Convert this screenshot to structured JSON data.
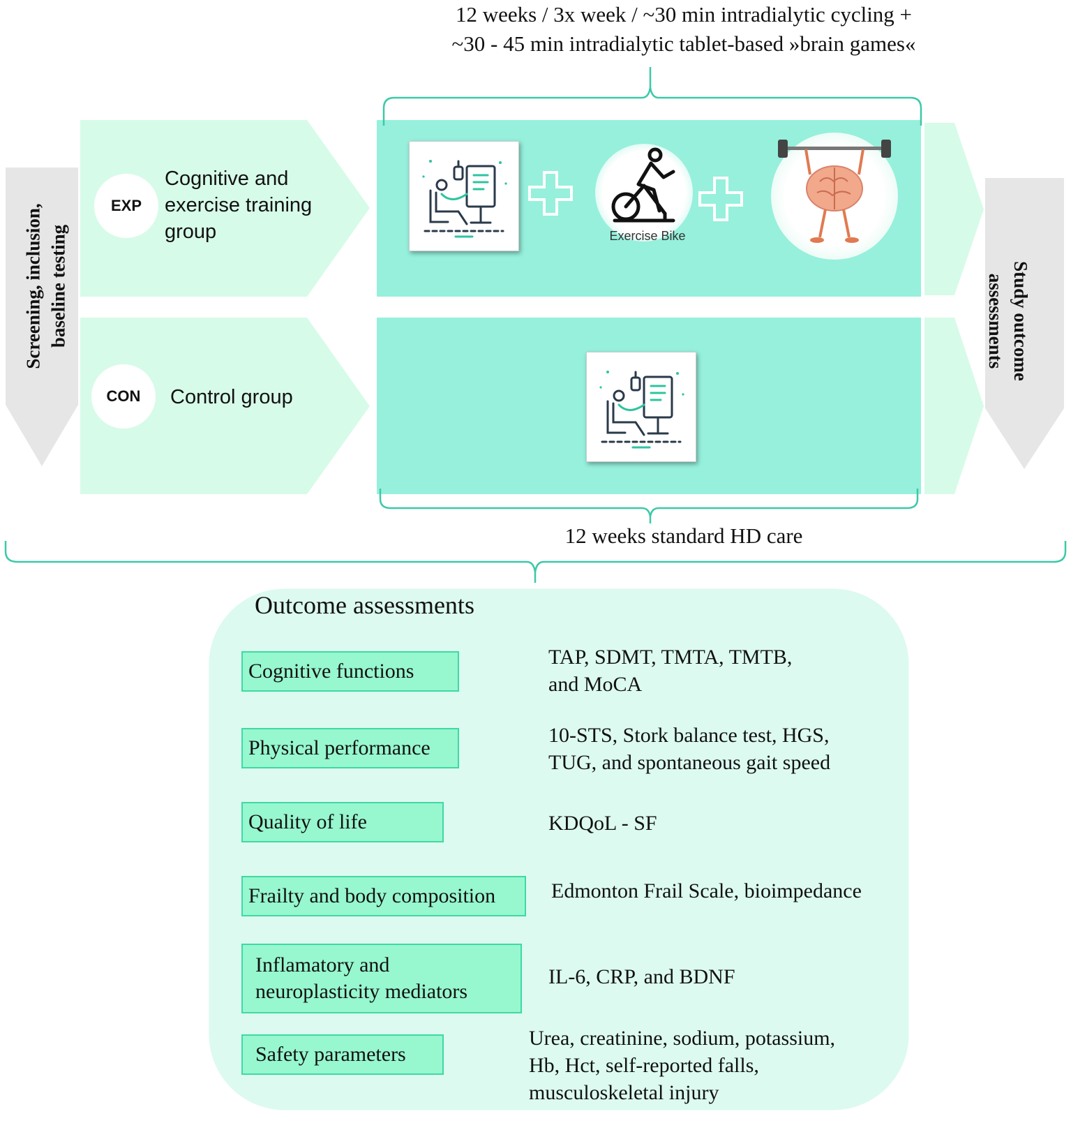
{
  "header_note": {
    "line1": "12 weeks / 3x week / ~30 min intradialytic cycling +",
    "line2": "~30 - 45 min intradialytic tablet-based »brain games«"
  },
  "left_arrow": {
    "line1": "Screening, inclusion,",
    "line2": "baseline testing"
  },
  "right_arrow": {
    "line1": "Study outcome",
    "line2": "assessments"
  },
  "groups": {
    "exp": {
      "badge": "EXP",
      "name_line1": "Cognitive and",
      "name_line2": "exercise training",
      "name_line3": "group"
    },
    "con": {
      "badge": "CON",
      "name": "Control group"
    }
  },
  "icons": {
    "dialysis": "dialysis-patient-icon",
    "plus": "plus-icon",
    "bike": "exercise-bike-icon",
    "bike_caption": "Exercise Bike",
    "brain": "brain-weightlifting-icon"
  },
  "footer_note": "12 weeks standard HD care",
  "outcomes": {
    "title": "Outcome  assessments",
    "rows": [
      {
        "category": "Cognitive  functions",
        "measure_line1": "TAP, SDMT, TMTA, TMTB,",
        "measure_line2": "and MoCA"
      },
      {
        "category": "Physical performance",
        "measure_line1": "10-STS, Stork balance test, HGS,",
        "measure_line2": "TUG, and spontaneous gait speed"
      },
      {
        "category": "Quality of life",
        "measure_line1": "KDQoL - SF"
      },
      {
        "category": "Frailty and body composition",
        "measure_line1": "Edmonton Frail Scale, bioimpedance"
      },
      {
        "category_line1": "Inflamatory  and",
        "category_line2": "neuroplasticity mediators",
        "measure_line1": "IL-6,  CRP, and BDNF"
      },
      {
        "category": "Safety parameters",
        "measure_line1": "Urea, creatinine, sodium, potassium,",
        "measure_line2": "Hb, Hct, self-reported falls,",
        "measure_line3": "musculoskeletal injury"
      }
    ]
  },
  "colors": {
    "light_mint": "#d7fbe9",
    "teal_band": "#96f0dc",
    "grey_arrow": "#e6e6e6",
    "bracket": "#3cc9a8",
    "category_fill": "#97f7cf",
    "outcome_bg": "#dcfaf0"
  }
}
